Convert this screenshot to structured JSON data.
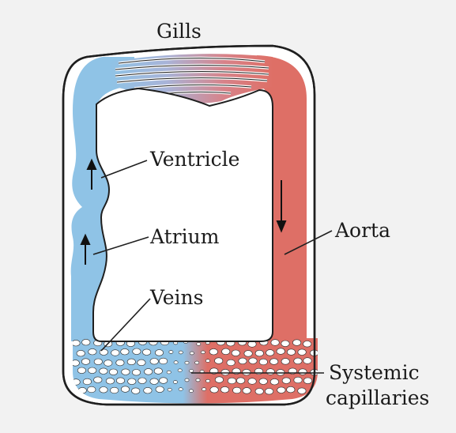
{
  "labels": {
    "gills": "Gills",
    "ventricle": "Ventricle",
    "atrium": "Atrium",
    "veins": "Veins",
    "aorta": "Aorta",
    "capillaries_line1": "Systemic",
    "capillaries_line2": "capillaries"
  },
  "colors": {
    "background": "#f2f2f2",
    "deoxygenated_blood": "#8fc3e6",
    "oxygenated_blood": "#de6f66",
    "outline": "#1f1f1f",
    "text": "#1b1b1b"
  }
}
